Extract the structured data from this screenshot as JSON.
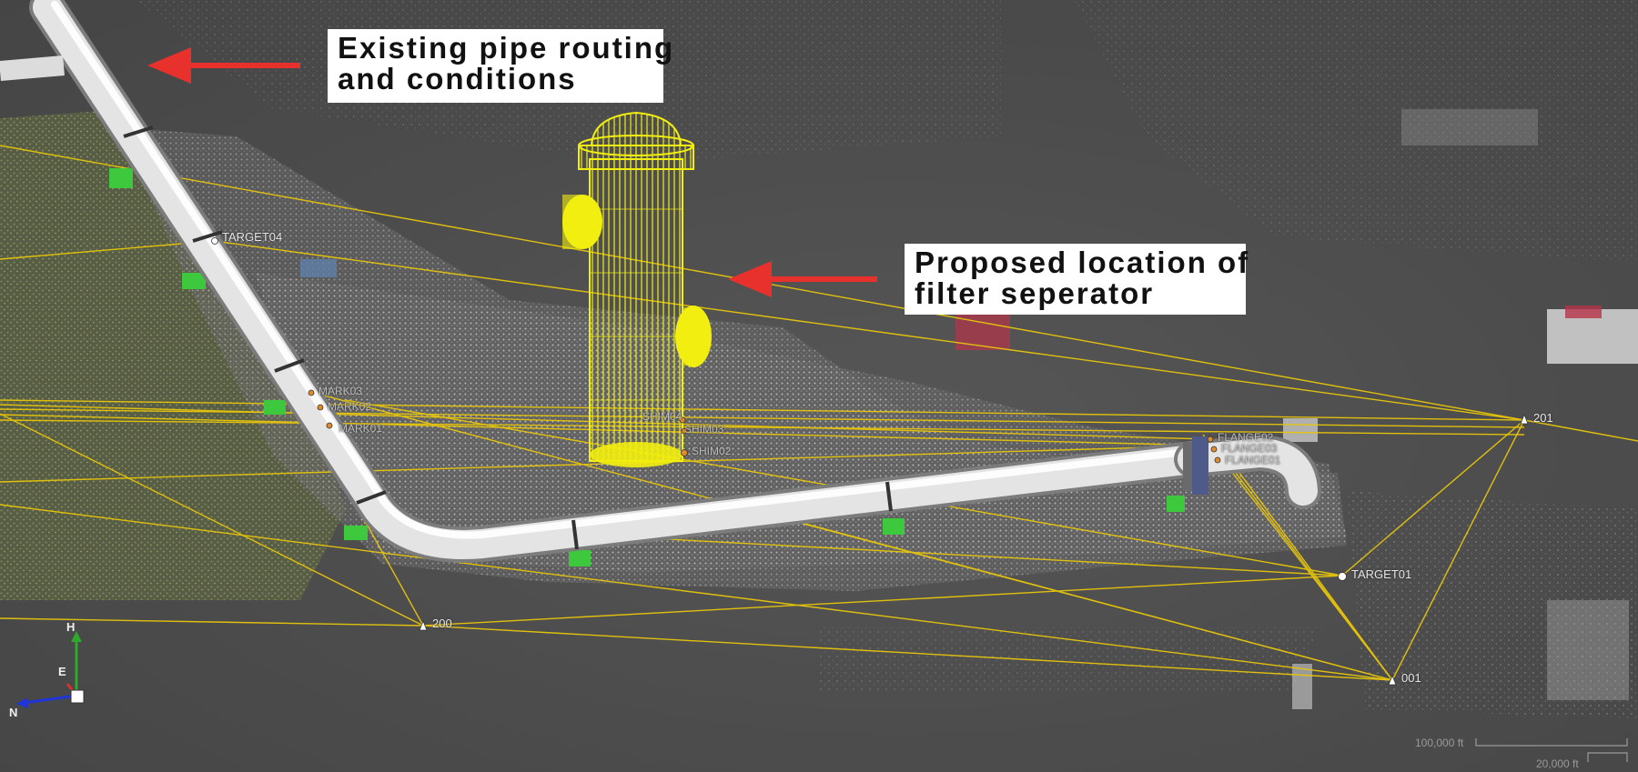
{
  "callouts": {
    "pipe": {
      "line1": "Existing pipe routing",
      "line2": "and conditions",
      "arrow_color": "#e8312c"
    },
    "filter": {
      "line1": "Proposed location of",
      "line2": "filter seperator",
      "arrow_color": "#e8312c"
    }
  },
  "survey_points": [
    {
      "id": "target04",
      "label": "TARGET04"
    },
    {
      "id": "mark03",
      "label": "MARK03"
    },
    {
      "id": "mark02",
      "label": "MARK02"
    },
    {
      "id": "mark01",
      "label": "MARK01"
    },
    {
      "id": "shim04",
      "label": "SHIM04"
    },
    {
      "id": "shim03",
      "label": "SHIM03"
    },
    {
      "id": "shim02",
      "label": "SHIM02"
    },
    {
      "id": "flange02",
      "label": "FLANGE02"
    },
    {
      "id": "flange03",
      "label": "FLANGE03"
    },
    {
      "id": "flange01",
      "label": "FLANGE01"
    },
    {
      "id": "station201",
      "label": "201"
    },
    {
      "id": "target01",
      "label": "TARGET01"
    },
    {
      "id": "station200",
      "label": "200"
    },
    {
      "id": "station001",
      "label": "001"
    }
  ],
  "axis_gizmo": {
    "h": "H",
    "e": "E",
    "n": "N"
  },
  "scale_bar": {
    "major": "100,000 ft",
    "minor": "20,000 ft"
  },
  "colors": {
    "background": "#4a4a4a",
    "survey_lines": "#e8c60a",
    "wireframe": "#f2ee10",
    "pipe": "#e4e4e4",
    "support_clamps": "#3ec83e"
  }
}
